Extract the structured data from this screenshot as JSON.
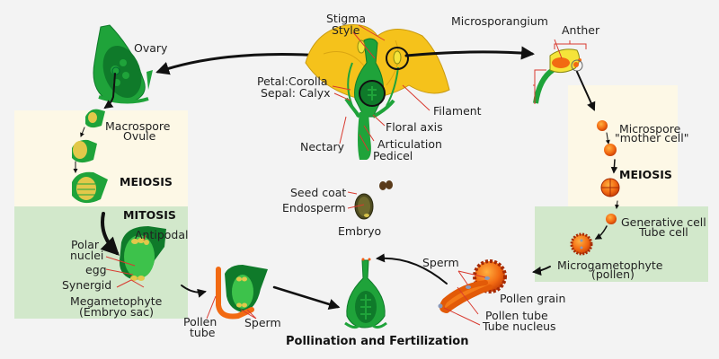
{
  "title": "Pollination and Fertilization",
  "colors": {
    "background": "#f3f3f3",
    "meiosis_panel": "#fdf8e6",
    "mitosis_panel": "#d2e8cb",
    "plant_green": "#1fa33a",
    "dark_green": "#0f7a2a",
    "petal_yellow": "#f5c21b",
    "pollen_orange": "#f25a10",
    "leader_red": "#d8392f"
  },
  "flower": {
    "labels": {
      "stigma": "Stigma",
      "style": "Style",
      "petal": "Petal:Corolla",
      "sepal": "Sepal: Calyx",
      "filament": "Filament",
      "floral_axis": "Floral axis",
      "nectary": "Nectary",
      "articulation": "Articulation",
      "pedicel": "Pedicel"
    }
  },
  "female_pathway": {
    "ovary": "Ovary",
    "macrospore": "Macrospore",
    "ovule": "Ovule",
    "meiosis": "MEIOSIS",
    "mitosis": "MITOSIS",
    "antipodal": "Antipodal",
    "polar_nuclei_line1": "Polar",
    "polar_nuclei_line2": "nuclei",
    "egg": "egg",
    "synergid": "Synergid",
    "megametophyte": "Megametophyte",
    "embryo_sac": "(Embryo sac)"
  },
  "male_pathway": {
    "microsporangium": "Microsporangium",
    "anther": "Anther",
    "microspore": "Microspore",
    "mother_cell": "\"mother cell\"",
    "meiosis": "MEIOSIS",
    "generative_cell": "Generative cell",
    "tube_cell": "Tube cell",
    "microgametophyte": "Microgametophyte",
    "pollen": "(pollen)"
  },
  "fertilization": {
    "pollen_tube_line1": "Pollen",
    "pollen_tube_line2": "tube",
    "sperm_left": "Sperm",
    "sperm_right": "Sperm",
    "pollen_grain": "Pollen grain",
    "pollen_tube": "Pollen tube",
    "tube_nucleus": "Tube nucleus"
  },
  "seed": {
    "seed_coat": "Seed coat",
    "endosperm": "Endosperm",
    "embryo": "Embryo"
  }
}
